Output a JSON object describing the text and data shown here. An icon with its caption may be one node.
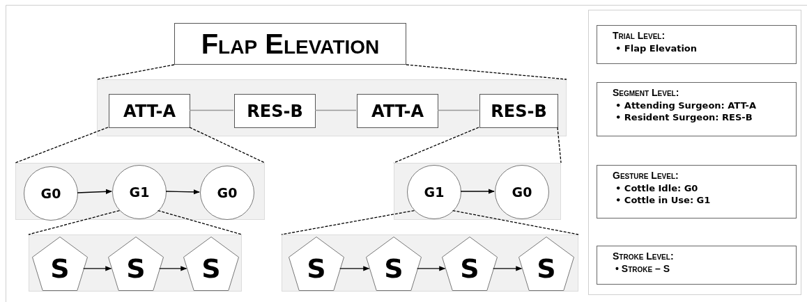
{
  "diagram": {
    "nodes": [
      {
        "text": [
          "Flap Elevation"
        ]
      },
      {
        "text": [],
        "shape": "box"
      },
      {
        "text": [
          "ATT-A"
        ],
        "in": 1
      },
      {
        "text": [
          "RES-B"
        ],
        "in": 1
      },
      {
        "text": [
          "ATT-A"
        ],
        "in": 1
      },
      {
        "text": [
          "RES-B"
        ],
        "in": 1
      },
      {
        "text": [],
        "shape": "box"
      },
      {
        "text": [
          "G0"
        ],
        "in": 6
      },
      {
        "text": [
          "G1"
        ],
        "in": 6
      },
      {
        "text": [
          "G0"
        ],
        "in": 6
      },
      {
        "text": [],
        "shape": "box"
      },
      {
        "text": [
          "G1"
        ],
        "in": 10
      },
      {
        "text": [
          "G0"
        ],
        "in": 10
      },
      {
        "text": [],
        "shape": "box"
      },
      {
        "text": [
          "S"
        ],
        "in": 13
      },
      {
        "text": [
          "S"
        ],
        "in": 13
      },
      {
        "text": [
          "S"
        ],
        "in": 13
      },
      {
        "text": [],
        "shape": "box"
      },
      {
        "text": [
          "S"
        ],
        "in": 17
      },
      {
        "text": [
          "S"
        ],
        "in": 17
      },
      {
        "text": [
          "S"
        ],
        "in": 17
      },
      {
        "text": [
          "S"
        ],
        "in": 17
      },
      {
        "text": [],
        "shape": "box"
      },
      {
        "text": [
          "Trial Level:",
          "• Flap Elevation"
        ],
        "in": 22
      },
      {
        "text": [
          "Segment Level:",
          "• Attending Surgeon: ATT-A",
          "• Resident Surgeon: RES-B"
        ],
        "in": 22
      },
      {
        "text": [
          "Gesture Level:",
          "• Cottle Idle: G0",
          "• Cottle in Use: G1"
        ],
        "in": 22
      },
      {
        "text": [
          "Stroke Level:",
          "• Stroke – S"
        ],
        "in": 22
      }
    ],
    "edges": [
      {
        "from": 0,
        "to": 1,
        "arrow": "none",
        "style": "dashed"
      },
      {
        "from": 0,
        "to": 1,
        "arrow": "none",
        "style": "dashed"
      },
      {
        "from": 2,
        "to": 3,
        "arrow": "none",
        "color": "#999999"
      },
      {
        "from": 3,
        "to": 4,
        "arrow": "none",
        "color": "#999999"
      },
      {
        "from": 4,
        "to": 5,
        "arrow": "none",
        "color": "#999999"
      },
      {
        "from": 2,
        "to": 6,
        "arrow": "none",
        "style": "dashed"
      },
      {
        "from": 2,
        "to": 6,
        "arrow": "none",
        "style": "dashed"
      },
      {
        "from": 5,
        "to": 10,
        "arrow": "none",
        "style": "dashed"
      },
      {
        "from": 5,
        "to": 10,
        "arrow": "none",
        "style": "dashed"
      },
      {
        "from": 7,
        "to": 8,
        "arrow": "to"
      },
      {
        "from": 8,
        "to": 9,
        "arrow": "to"
      },
      {
        "from": 8,
        "to": 13,
        "arrow": "none",
        "style": "dashed"
      },
      {
        "from": 8,
        "to": 13,
        "arrow": "none",
        "style": "dashed"
      },
      {
        "from": 11,
        "to": 12,
        "arrow": "to"
      },
      {
        "from": 11,
        "to": 17,
        "arrow": "none",
        "style": "dashed"
      },
      {
        "from": 11,
        "to": 17,
        "arrow": "none",
        "style": "dashed"
      },
      {
        "from": 14,
        "to": 15,
        "arrow": "to"
      },
      {
        "from": 15,
        "to": 16,
        "arrow": "to"
      },
      {
        "from": 18,
        "to": 19,
        "arrow": "to"
      },
      {
        "from": 19,
        "to": 20,
        "arrow": "to"
      },
      {
        "from": 20,
        "to": 21,
        "arrow": "to"
      }
    ]
  }
}
